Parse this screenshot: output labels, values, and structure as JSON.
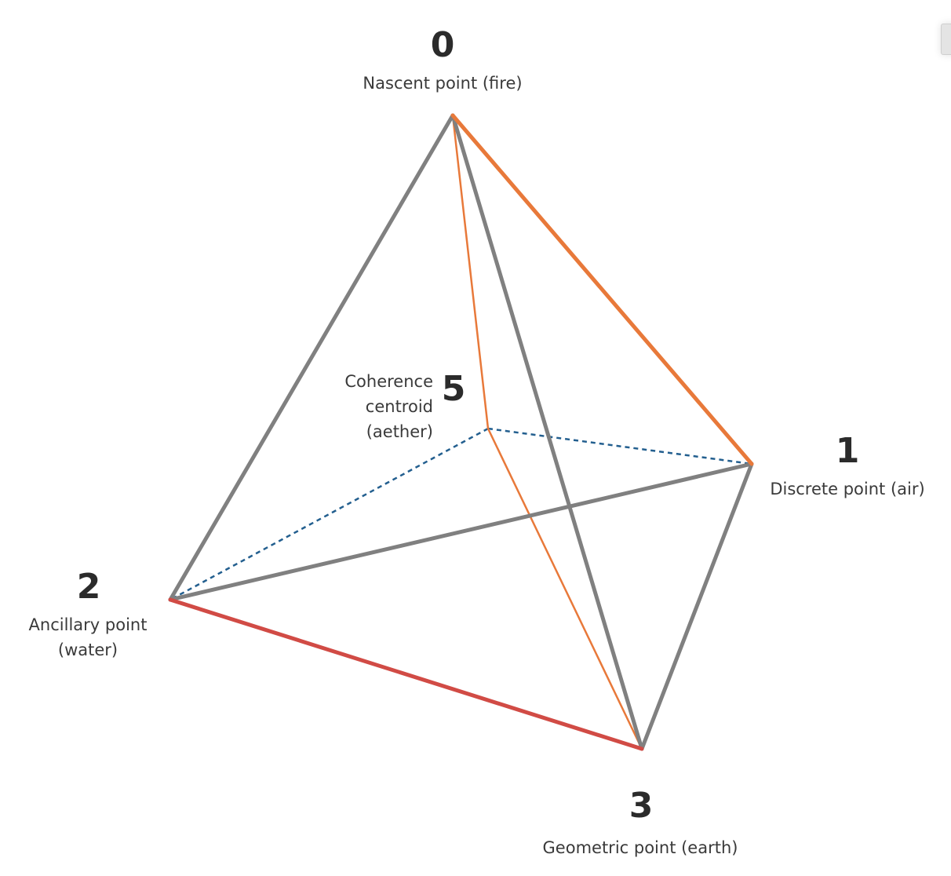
{
  "diagram": {
    "vertices": [
      {
        "id": "0",
        "number": "0",
        "label": "Nascent point (fire)"
      },
      {
        "id": "1",
        "number": "1",
        "label": "Discrete point (air)"
      },
      {
        "id": "2",
        "number": "2",
        "label_line1": "Ancillary point",
        "label_line2": "(water)"
      },
      {
        "id": "3",
        "number": "3",
        "label": "Geometric point (earth)"
      },
      {
        "id": "5",
        "number": "5",
        "label_line1": "Coherence",
        "label_line2": "centroid",
        "label_line3": "(aether)"
      }
    ],
    "edges": [
      {
        "from": "0",
        "to": "2",
        "style": "solid-thick",
        "color": "#808080"
      },
      {
        "from": "2",
        "to": "1",
        "style": "solid-thick",
        "color": "#808080"
      },
      {
        "from": "1",
        "to": "3",
        "style": "solid-thick",
        "color": "#808080"
      },
      {
        "from": "0",
        "to": "3",
        "style": "solid-thick",
        "color": "#808080"
      },
      {
        "from": "0",
        "to": "1",
        "style": "solid-thick",
        "color": "#e8793a"
      },
      {
        "from": "2",
        "to": "3",
        "style": "solid-thick",
        "color": "#d14b45"
      },
      {
        "from": "0",
        "to": "5",
        "style": "solid-thin",
        "color": "#e8793a"
      },
      {
        "from": "5",
        "to": "3",
        "style": "solid-thin",
        "color": "#e8793a"
      },
      {
        "from": "5",
        "to": "2",
        "style": "dotted",
        "color": "#235f8f"
      },
      {
        "from": "5",
        "to": "1",
        "style": "dotted",
        "color": "#235f8f"
      }
    ]
  }
}
